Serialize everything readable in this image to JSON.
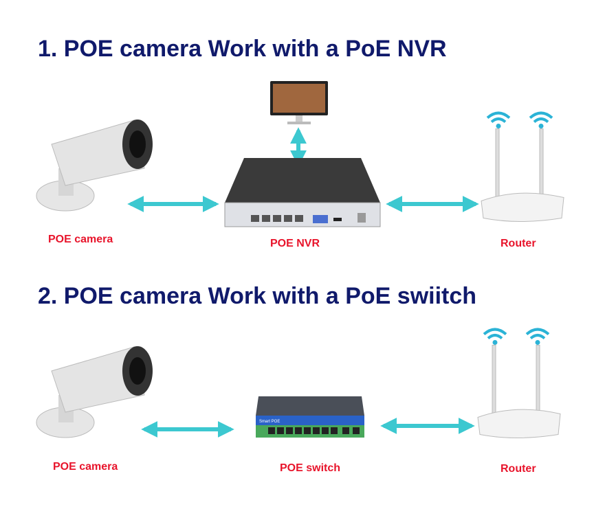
{
  "section1": {
    "title": "1. POE camera Work with a PoE NVR",
    "camera_label": "POE camera",
    "nvr_label": "POE NVR",
    "router_label": "Router"
  },
  "section2": {
    "title": "2. POE camera Work with a PoE swiitch",
    "camera_label": "POE camera",
    "switch_label": "POE switch",
    "router_label": "Router",
    "switch_brand": "Smart POE"
  },
  "colors": {
    "title": "#101a6b",
    "label": "#e8142b",
    "arrow": "#3cc8d0",
    "wifi": "#2bb3d6"
  }
}
